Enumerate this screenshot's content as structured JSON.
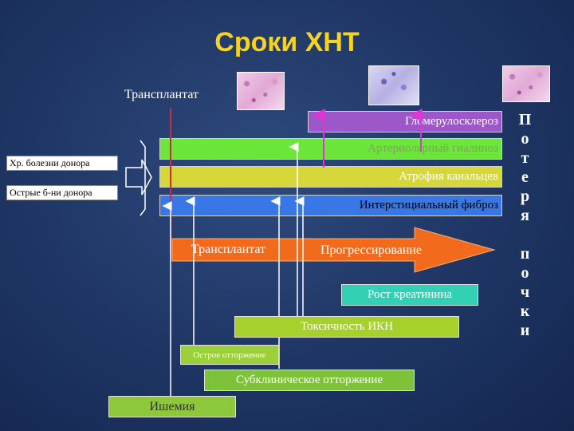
{
  "title": "Сроки ХНТ",
  "transplant_label": "Трансплантат",
  "donor_boxes": [
    "Хр. болезни донора",
    "Острые б-ни донора"
  ],
  "bars": {
    "glomerulosclerosis": "Гломерулосклероз",
    "arteriolar_hyalinosis": "Артериолярный гиалиноз",
    "tubular_atrophy": "Атрофия канальцев",
    "interstitial_fibrosis": "Интерстициальный фиброз"
  },
  "arrow": {
    "left_label": "Трансплантат",
    "right_label": "Прогрессирование"
  },
  "boxes": {
    "creatinine": "Рост креатинина",
    "cni_toxicity": "Токсичность ИКН",
    "acute_rejection": "Острое отторжение",
    "subclinical_rejection": "Субклиническое отторжение",
    "ischemia": "Ишемия"
  },
  "side_label": "П\nо\nт\nе\nр\nя\n\nп\nо\nч\nк\nи",
  "colors": {
    "background": "#1e3563",
    "title": "#f7d41c",
    "glomerulosclerosis": "#9c58c8",
    "arteriolar_hyalinosis": "#6de63c",
    "tubular_atrophy": "#d6d83a",
    "interstitial_fibrosis": "#3877e6",
    "progression_arrow": "#f26b1c",
    "creatinine": "#33d0b6",
    "cni_toxicity": "#a6d02c",
    "acute_rejection": "#9bd03a",
    "subclinical_rejection": "#7ec23a",
    "ischemia": "#8cc83a"
  }
}
